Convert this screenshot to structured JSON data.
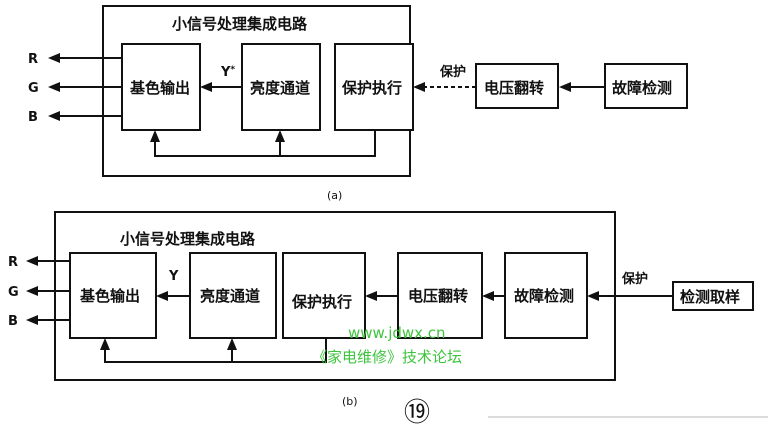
{
  "diagram_a": {
    "title": "小信号处理集成电路",
    "blocks": {
      "base_color": "基色输出",
      "luma": "亮度通道",
      "protect": "保护执行",
      "voltage": "电压翻转",
      "fault": "故障检测"
    },
    "signal_y": "Y",
    "signal_y_sup": "*",
    "protect_label": "保护",
    "outputs": [
      "R",
      "G",
      "B"
    ],
    "caption": "(a)"
  },
  "diagram_b": {
    "title": "小信号处理集成电路",
    "blocks": {
      "base_color": "基色输出",
      "luma": "亮度通道",
      "protect": "保护执行",
      "voltage": "电压翻转",
      "fault": "故障检测",
      "sample": "检测取样"
    },
    "signal_y": "Y",
    "protect_label": "保护",
    "outputs": [
      "R",
      "G",
      "B"
    ],
    "caption": "(b)"
  },
  "watermark": {
    "url": "www.jdwx.cn",
    "forum": "《家电维修》技术论坛"
  },
  "figure_number": "⑲"
}
